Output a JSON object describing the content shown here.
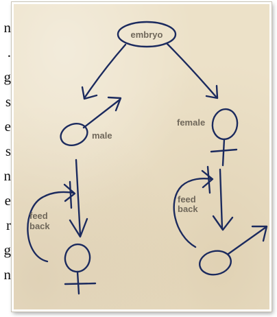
{
  "edge_text_letters": [
    "n",
    ".",
    "g",
    "s",
    "e",
    "s",
    "n",
    "e",
    "r",
    "g",
    "n"
  ],
  "diagram": {
    "embryo_label": "embryo",
    "male_label": "male",
    "female_label": "female",
    "feedback_left_line1": "feed",
    "feedback_left_line2": "back",
    "feedback_right_line1": "feed",
    "feedback_right_line2": "back"
  },
  "colors": {
    "paper": "#ece1c8",
    "ink": "#1b2a5e",
    "label": "#6f675a"
  }
}
